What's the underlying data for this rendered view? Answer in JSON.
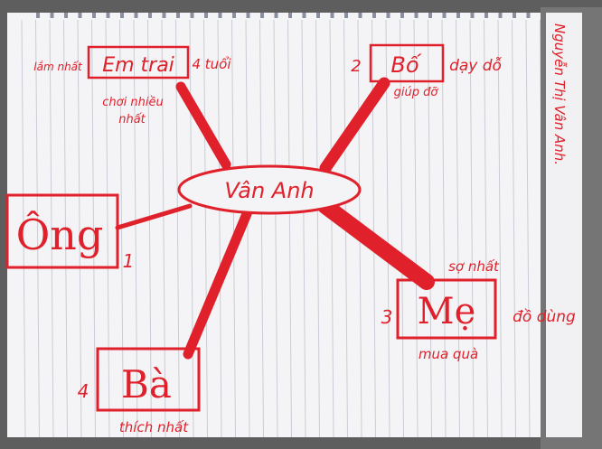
{
  "mindmap": {
    "center": "Vân Anh",
    "author": "Nguyễn Thị Vân Anh.",
    "branches": [
      {
        "name": "Em trai",
        "number": "",
        "notes": [
          "lắm nhất",
          "4 tuổi",
          "chơi nhiều",
          "nhất"
        ]
      },
      {
        "name": "Bố",
        "number": "2",
        "notes": [
          "dạy dỗ",
          "giúp đỡ"
        ]
      },
      {
        "name": "Ông",
        "number": "1",
        "notes": []
      },
      {
        "name": "Mẹ",
        "number": "3",
        "notes": [
          "sợ nhất",
          "đồ dùng",
          "mua quà"
        ]
      },
      {
        "name": "Bà",
        "number": "4",
        "notes": [
          "thích nhất"
        ]
      }
    ]
  },
  "colors": {
    "ink": "#e0202a",
    "paper": "#f4f4f6",
    "rule": "#c9ccd6",
    "surface": "#6a6a6a"
  }
}
